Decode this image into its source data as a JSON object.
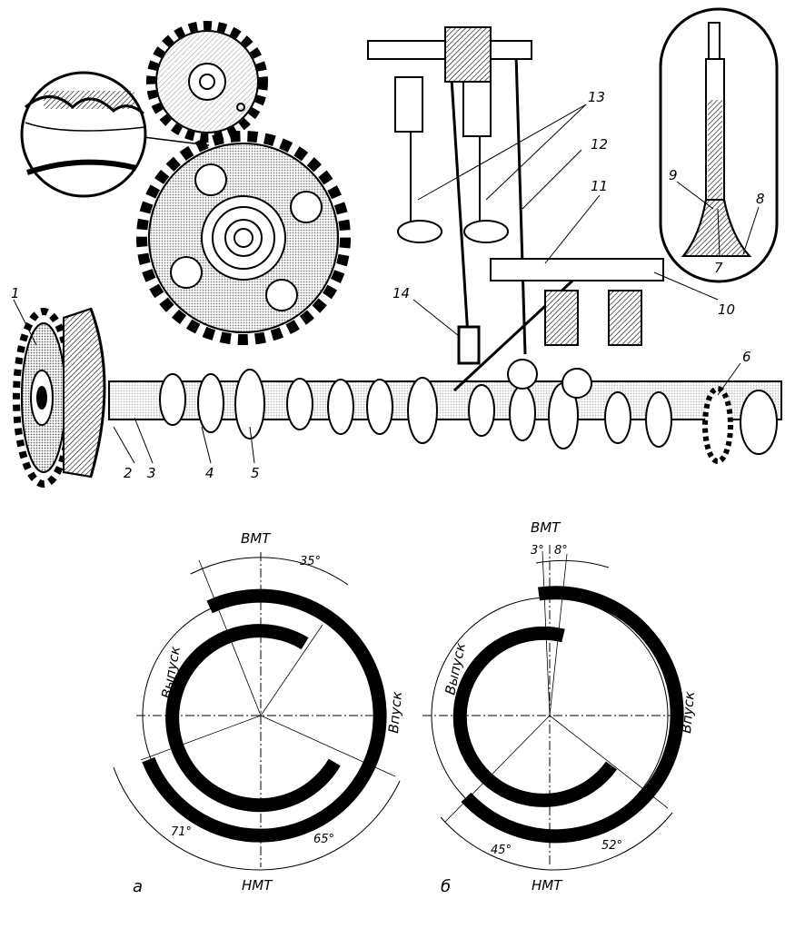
{
  "callouts": [
    "1",
    "2",
    "3",
    "4",
    "5",
    "6",
    "7",
    "8",
    "9",
    "10",
    "11",
    "12",
    "13",
    "14"
  ],
  "diagram_a": {
    "letter": "а",
    "top": "ВМТ",
    "bottom": "НМТ",
    "left_label": "Выпуск",
    "right_label": "Впуск",
    "angle_top": "35°",
    "angle_bottom_left": "71°",
    "angle_bottom_right": "65°"
  },
  "diagram_b": {
    "letter": "б",
    "top": "ВМТ",
    "bottom": "НМТ",
    "left_label": "Выпуск",
    "right_label": "Впуск",
    "angle_top_left": "3°",
    "angle_top_right": "8°",
    "angle_bottom_left": "45°",
    "angle_bottom_right": "52°"
  }
}
